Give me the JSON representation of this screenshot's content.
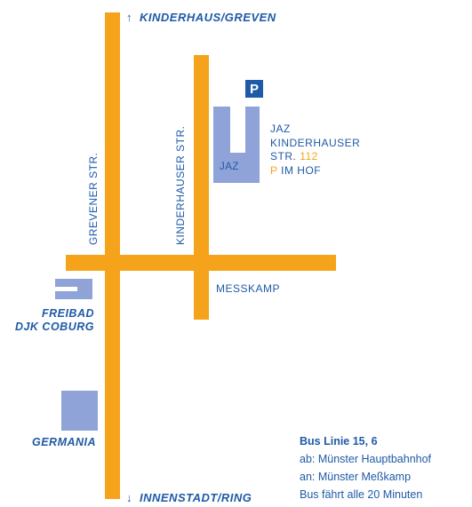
{
  "directions": {
    "north": {
      "arrow": "↑",
      "label": "KINDERHAUS/GREVEN"
    },
    "south": {
      "arrow": "↓",
      "label": "INNENSTADT/RING"
    }
  },
  "streets": {
    "grevener": "GREVENER STR.",
    "kinderhauser": "KINDERHAUSER STR.",
    "messkamp": "MESSKAMP"
  },
  "jaz": {
    "building_label": "JAZ",
    "parking_symbol": "P",
    "address_line1": "JAZ",
    "address_line2": "KINDERHAUSER",
    "address_line3_text": "STR.",
    "address_number": "112",
    "parking_note_symbol": "P",
    "parking_note_text": "IM HOF"
  },
  "places": {
    "freibad_line1": "FREIBAD",
    "freibad_line2": "DJK COBURG",
    "germania": "GERMANIA"
  },
  "bus": {
    "title": "Bus Linie 15, 6",
    "from": "ab: Münster Hauptbahnhof",
    "to": "an: Münster Meßkamp",
    "frequency": "Bus fährt alle 20 Minuten"
  },
  "colors": {
    "road": "#f5a31a",
    "building": "#8fa3d9",
    "text": "#1f5aa6"
  }
}
